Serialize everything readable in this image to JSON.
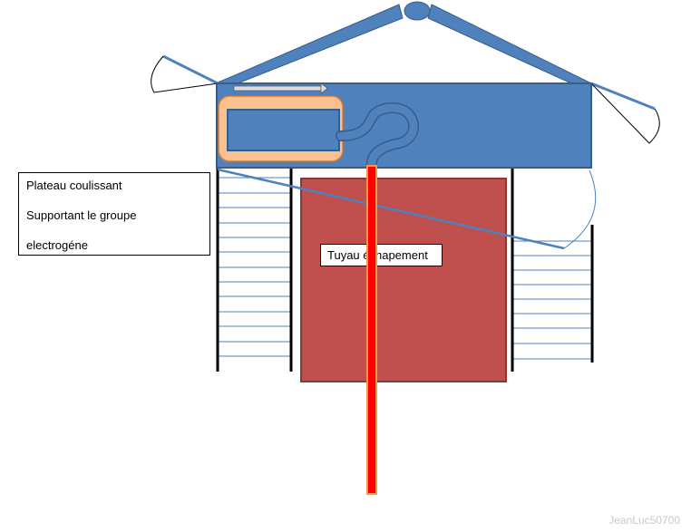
{
  "labels": {
    "plateau_line1": "Plateau coulissant",
    "plateau_line2": "Supportant le groupe",
    "plateau_line3": "electrogéne",
    "tuyau": "Tuyau échapement"
  },
  "watermark": "JeanLuc50700",
  "colors": {
    "blue": "#4f81bd",
    "blue_dark": "#385d8a",
    "red_box": "#c0504d",
    "peach": "#fac090",
    "pipe": "#ff0000",
    "pipe_border": "#f79646"
  }
}
